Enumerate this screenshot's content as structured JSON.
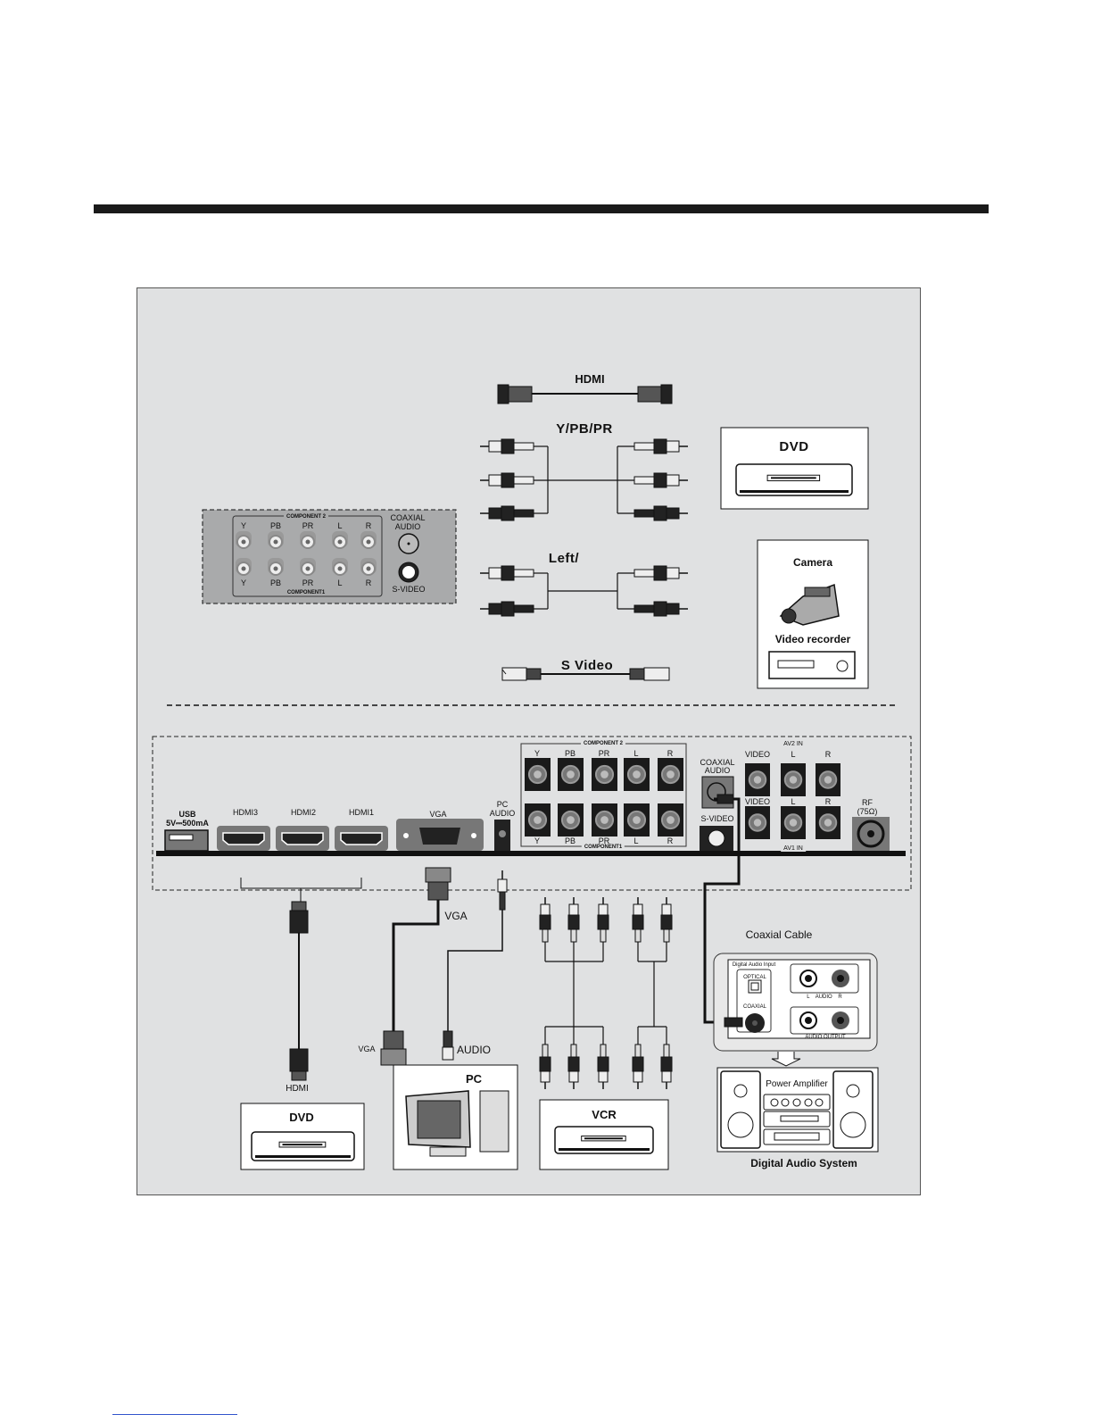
{
  "colors": {
    "panel": "#e0e1e2",
    "port_panel": "#a9aaab",
    "jack_dark": "#1a1a1a",
    "port_grey": "#777777"
  },
  "legend": {
    "hdmi": "HDMI",
    "ypbpr": "Y/PB/PR",
    "left": "Left/",
    "svideo": "S Video",
    "dvd": "DVD",
    "camera": "Camera",
    "video_recorder": "Video recorder"
  },
  "side_panel": {
    "component2": "COMPONENT 2",
    "component1": "COMPONENT1",
    "top_labels": [
      "Y",
      "PB",
      "PR",
      "L",
      "R"
    ],
    "bottom_labels": [
      "Y",
      "PB",
      "PR",
      "L",
      "R"
    ],
    "coaxial_audio": [
      "COAXIAL",
      "AUDIO"
    ],
    "svideo": "S-VIDEO"
  },
  "rear_panel": {
    "usb": "USB",
    "usb_rating": "5V⎓500mA",
    "hdmi3": "HDMI3",
    "hdmi2": "HDMI2",
    "hdmi1": "HDMI1",
    "vga": "VGA",
    "pc_audio": [
      "PC",
      "AUDIO"
    ],
    "component2": "COMPONENT 2",
    "component1": "COMPONENT1",
    "top_labels": [
      "Y",
      "PB",
      "PR",
      "L",
      "R"
    ],
    "bottom_labels": [
      "Y",
      "PB",
      "PR",
      "L",
      "R"
    ],
    "coaxial_audio": [
      "COAXIAL",
      "AUDIO"
    ],
    "svideo": "S-VIDEO",
    "av2_in": "AV2 IN",
    "av1_in": "AV1 IN",
    "av2_labels": [
      "VIDEO",
      "L",
      "R"
    ],
    "av1_labels": [
      "VIDEO",
      "L",
      "R"
    ],
    "rf": [
      "RF",
      "(75Ω)"
    ]
  },
  "devices": {
    "hdmi_cable": "HDMI",
    "vga_top": "VGA",
    "vga_bottom": "VGA",
    "audio": "AUDIO",
    "pc": "PC",
    "dvd": "DVD",
    "vcr": "VCR",
    "coaxial_cable": "Coaxial Cable",
    "digital_audio_input": "Digital Audio Input",
    "optical": "OPTICAL",
    "coaxial": "COAXIAL",
    "audio_lr": "L    AUDIO    R",
    "audio_output": "AUDIO OUTPUT",
    "power_amplifier": "Power Amplifier",
    "digital_audio_system": "Digital Audio System"
  }
}
